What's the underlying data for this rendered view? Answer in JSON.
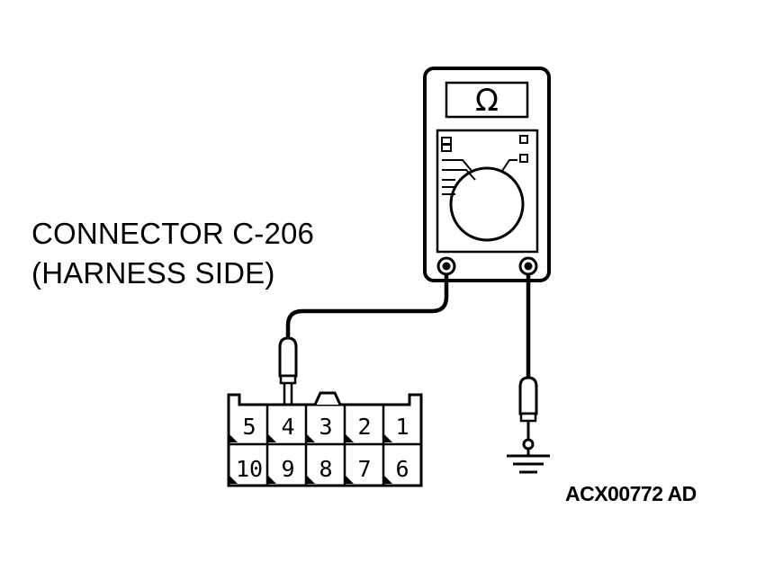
{
  "connector": {
    "title_line1": "CONNECTOR C-206",
    "title_line2": "(HARNESS SIDE)",
    "pins_top": [
      "5",
      "4",
      "3",
      "2",
      "1"
    ],
    "pins_bottom": [
      "10",
      "9",
      "8",
      "7",
      "6"
    ]
  },
  "meter": {
    "display_symbol": "Ω",
    "icon": "ohmmeter-icon"
  },
  "figure_code": "ACX00772 AD",
  "ground_icon": "ground-symbol-icon"
}
